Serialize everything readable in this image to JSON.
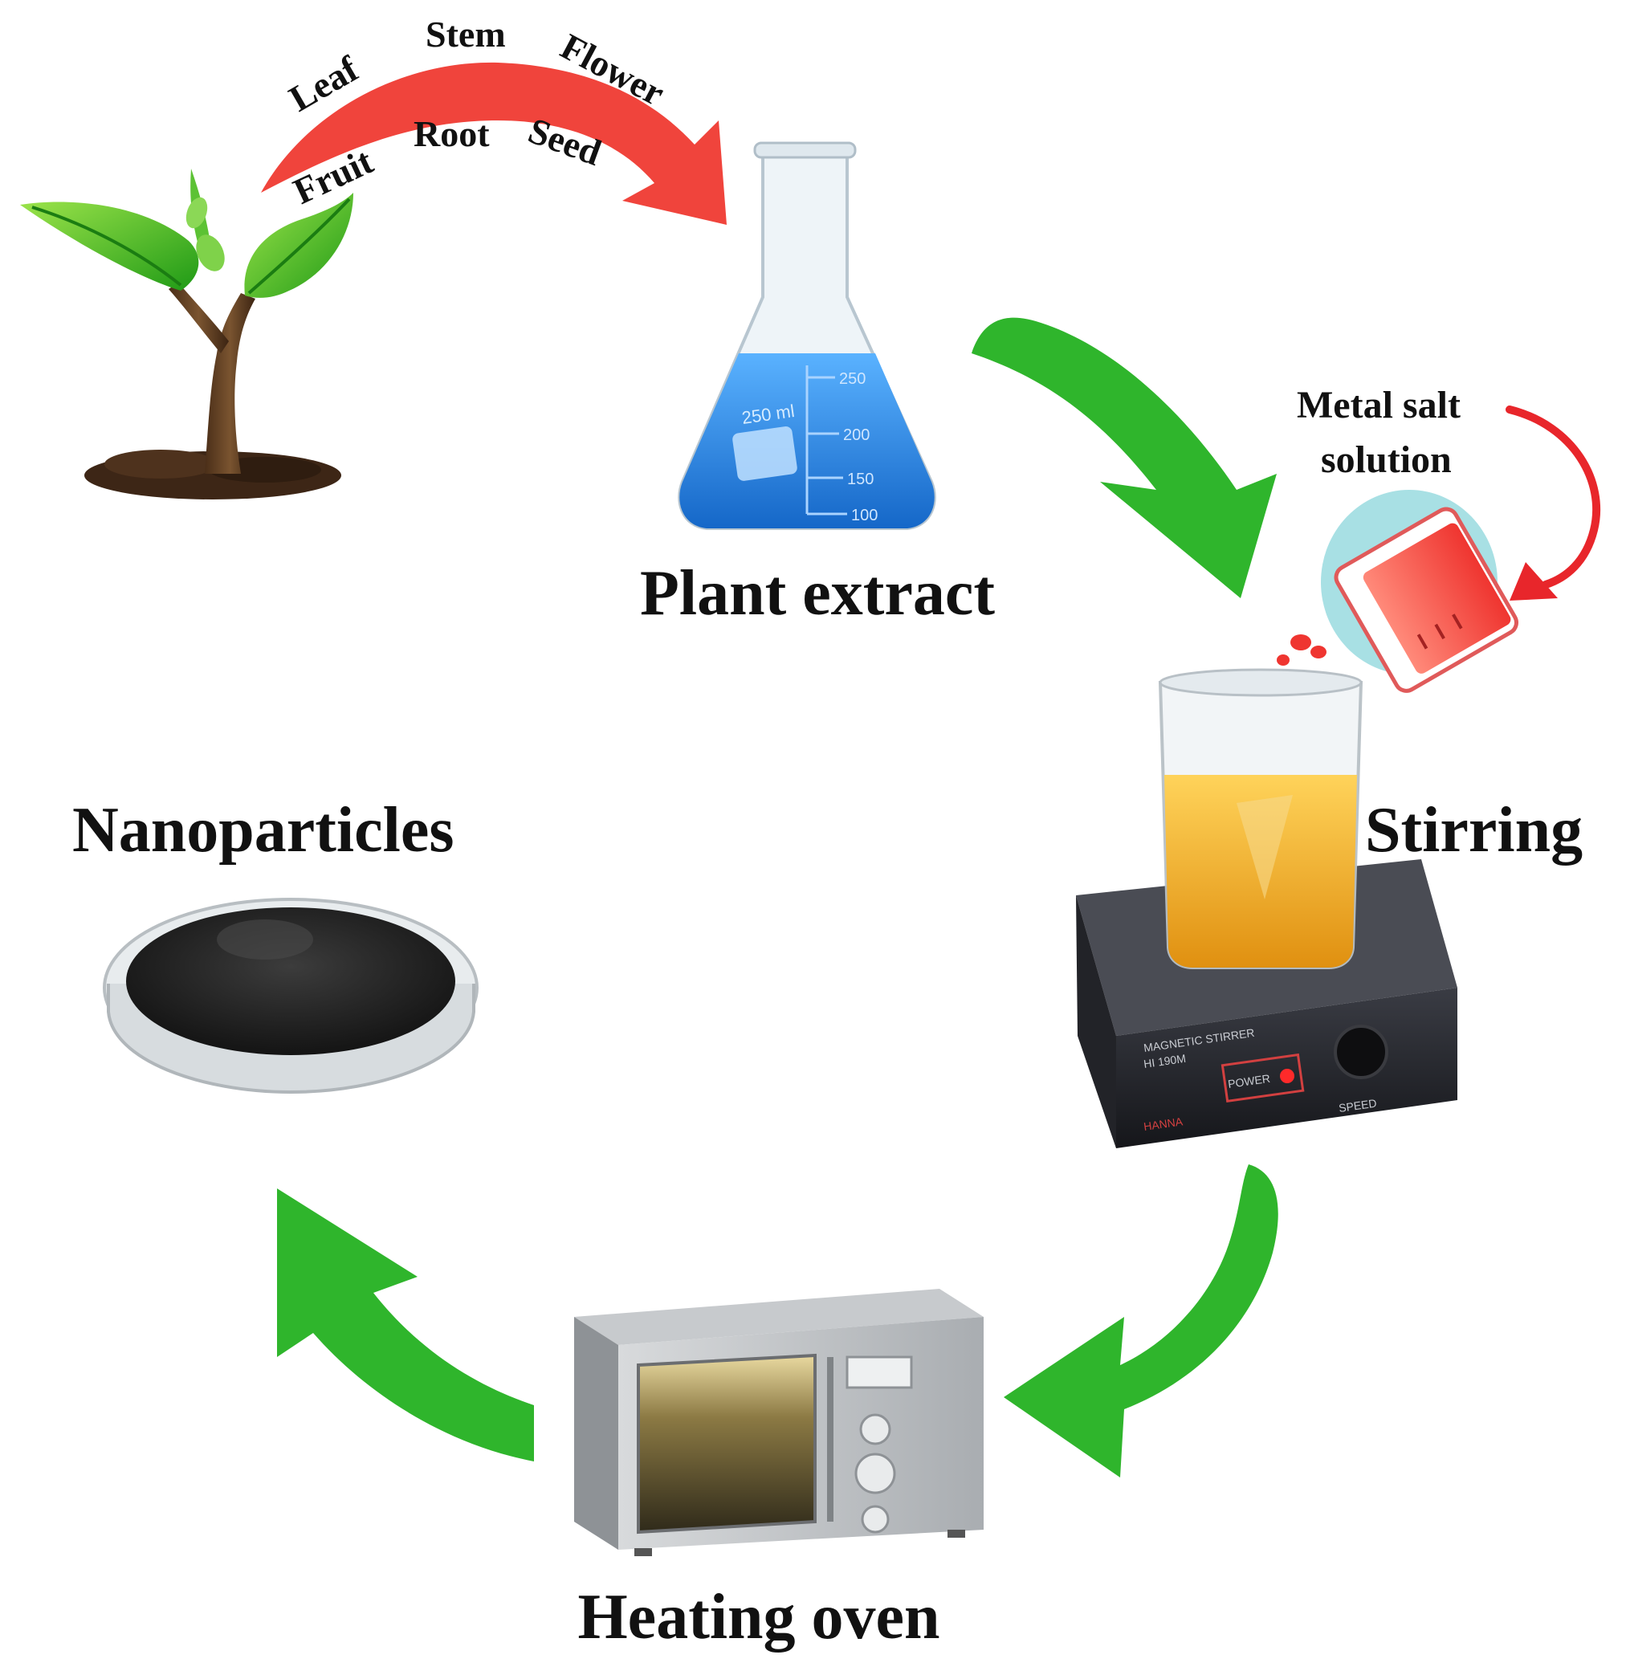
{
  "plant_parts": {
    "top": [
      "Leaf",
      "Stem",
      "Flower"
    ],
    "bottom": [
      "Fruit",
      "Root",
      "Seed"
    ]
  },
  "steps": {
    "plant_extract": "Plant extract",
    "metal_salt_line1": "Metal salt",
    "metal_salt_line2": "solution",
    "stirring": "Stirring",
    "heating_oven": "Heating oven",
    "nanoparticles": "Nanoparticles"
  },
  "flask_marks": [
    "250",
    "200",
    "150",
    "100"
  ],
  "flask_tag": "250 ml",
  "stirrer_panel": {
    "line1": "MAGNETIC STIRRER",
    "line2": "HI 190M",
    "power": "POWER",
    "speed": "SPEED",
    "brand": "HANNA"
  },
  "colors": {
    "cycle_arrow": "#2fb52c",
    "plant_arrow": "#f0443c",
    "salt_arrow": "#e8262b",
    "extract": "#2f8fe8",
    "solution": "#f4b428",
    "metal_salt": "#f2545a"
  }
}
